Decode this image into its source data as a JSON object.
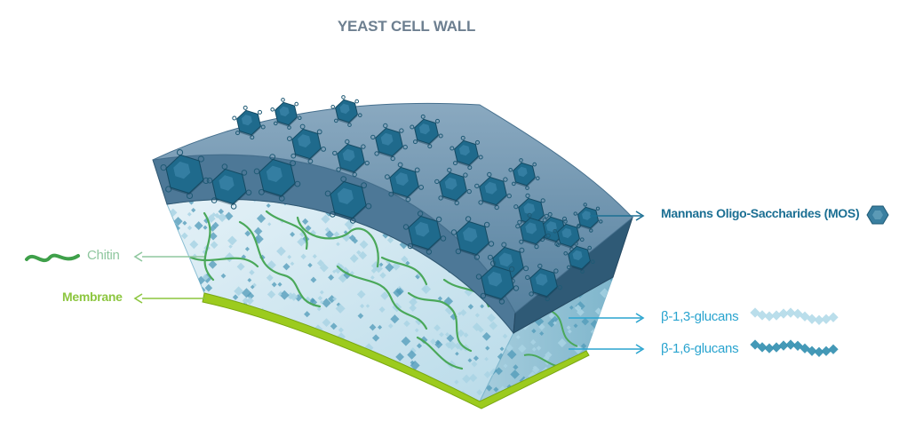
{
  "title": "YEAST CELL WALL",
  "labels": {
    "mos": "Mannans  Oligo-Saccharides (MOS)",
    "beta13": "β-1,3-glucans",
    "beta16": "β-1,6-glucans",
    "chitin": "Chitin",
    "membrane": "Membrane"
  },
  "colors": {
    "title": "#6d7f90",
    "mos_label": "#1b6f93",
    "glucan_label": "#2aa4cf",
    "chitin_label": "#8fc79f",
    "membrane_label": "#8cc63f",
    "mannan_layer_top": "#7d9db5",
    "mannan_layer_side": "#3f6b88",
    "mannan_hexagon": "#1f6a8c",
    "glucan_layer": "#cfe6f0",
    "membrane": "#9ccb1e",
    "chitin": "#4aa85a",
    "beta13": "#a9d6e8",
    "beta16": "#3a93b3"
  },
  "icons": {
    "mos": "hexagon-molecule-icon",
    "chitin": "wavy-fiber-icon",
    "beta13": "light-glucan-chain-icon",
    "beta16": "dark-glucan-chain-icon"
  }
}
